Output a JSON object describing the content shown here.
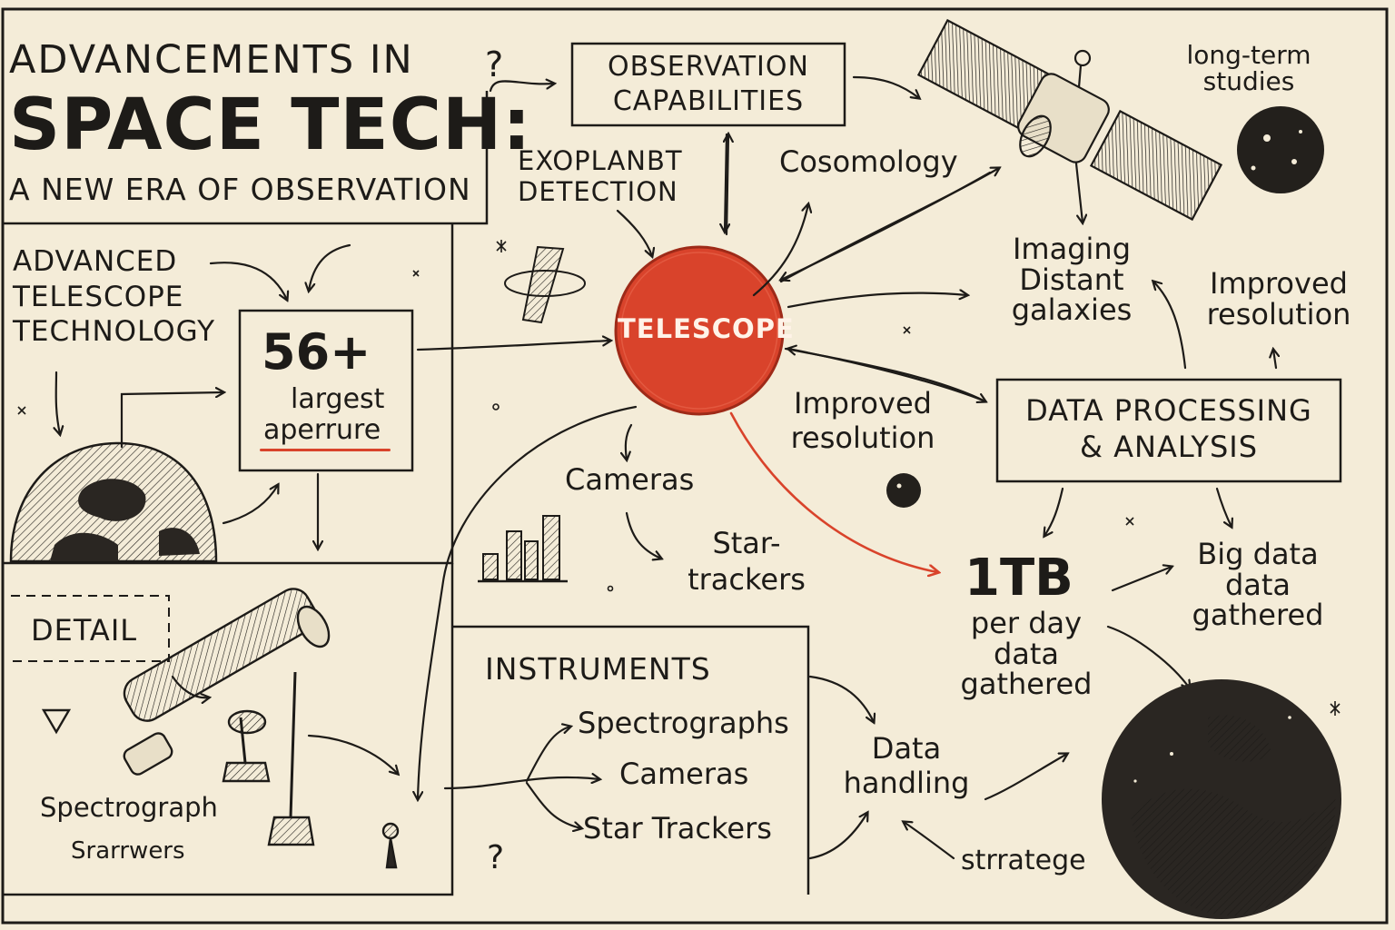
{
  "header": {
    "title_line1": "ADVANCEMENTS IN",
    "title_line2": "SPACE TECH:",
    "subtitle": "A NEW ERA OF OBSERVATION"
  },
  "center": {
    "label": "TELESCOPE"
  },
  "boxes": {
    "observation_line1": "OBSERVATION",
    "observation_line2": "CAPABILITIES",
    "aperture_value": "56+",
    "aperture_line1": "largest",
    "aperture_line2": "aperrure",
    "data_processing_line1": "DATA PROCESSING",
    "data_processing_line2": "& ANALYSIS",
    "detail": "DETAIL"
  },
  "labels": {
    "question_top": "?",
    "question_bottom": "?",
    "exoplanet_line1": "EXOPLANBT",
    "exoplanet_line2": "DETECTION",
    "cosmology": "Cosomology",
    "long_term_line1": "long-term",
    "long_term_line2": "studies",
    "imaging_line1": "Imaging",
    "imaging_line2": "Distant",
    "imaging_line3": "galaxies",
    "improved_res_right_line1": "Improved",
    "improved_res_right_line2": "resolution",
    "improved_res_center_line1": "Improved",
    "improved_res_center_line2": "resolution",
    "advanced_line1": "ADVANCED",
    "advanced_line2": "TELESCOPE",
    "advanced_line3": "TECHNOLOGY",
    "cameras_center": "Cameras",
    "star_trackers_line1": "Star-",
    "star_trackers_line2": "trackers",
    "data_rate_value": "1TB",
    "data_rate_line1": "per day",
    "data_rate_line2": "data",
    "data_rate_line3": "gathered",
    "big_data_line1": "Big data",
    "big_data_line2": "data",
    "big_data_line3": "gathered",
    "instruments": "INSTRUMENTS",
    "instr_spectrographs": "Spectrographs",
    "instr_cameras": "Cameras",
    "instr_star_trackers": "Star Trackers",
    "data_handling_line1": "Data",
    "data_handling_line2": "handling",
    "strategy": "strratege",
    "spectrograph": "Spectrograph",
    "spectrograph_scribble": "Srarrwers"
  },
  "colors": {
    "paper": "#f4ecd8",
    "ink": "#1d1b18",
    "accent_red": "#d9432b"
  },
  "icons": [
    "satellite-icon",
    "moon-icon",
    "planet-globe-icon",
    "telescope-drawing-icon",
    "bar-chart-icon",
    "hourglass-icon"
  ]
}
